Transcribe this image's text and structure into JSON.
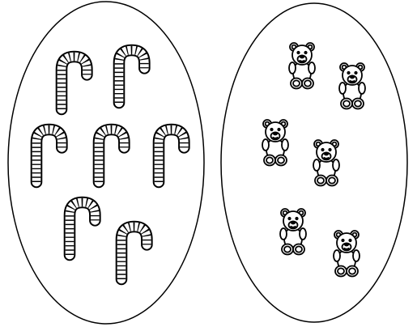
{
  "groups": [
    {
      "item": "candy-cane",
      "count": 7
    },
    {
      "item": "gummy-bear",
      "count": 6
    }
  ],
  "colors": {
    "background": "#ffffff",
    "line": "#000000"
  }
}
